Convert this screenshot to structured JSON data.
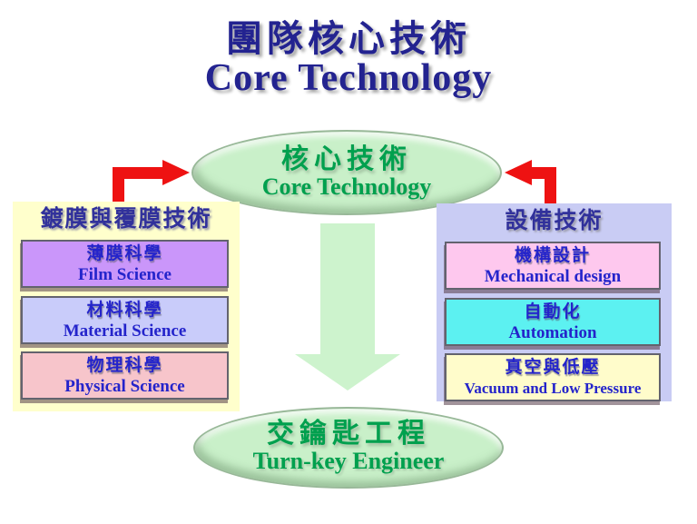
{
  "slide": {
    "title_zh": "團隊核心技術",
    "title_en": "Core Technology"
  },
  "core_ellipse": {
    "zh": "核心技術",
    "en": "Core Technology"
  },
  "turnkey_ellipse": {
    "zh": "交鑰匙工程",
    "en": "Turn-key Engineer"
  },
  "left_panel": {
    "title": "鍍膜與覆膜技術",
    "items": [
      {
        "zh": "薄膜科學",
        "en": "Film Science",
        "bg": "#ca96fa"
      },
      {
        "zh": "材料科學",
        "en": "Material Science",
        "bg": "#c9ccfa"
      },
      {
        "zh": "物理科學",
        "en": "Physical Science",
        "bg": "#f7c5cb"
      }
    ]
  },
  "right_panel": {
    "title": "設備技術",
    "items": [
      {
        "zh": "機構設計",
        "en": "Mechanical design",
        "bg": "#fec8ee"
      },
      {
        "zh": "自動化",
        "en": "Automation",
        "bg": "#5cf1f1"
      },
      {
        "zh": "真空與低壓",
        "en": "Vacuum and Low Pressure",
        "bg": "#fffccb"
      }
    ]
  },
  "colors": {
    "title_text": "#232390",
    "panel_title_text": "#31319b",
    "box_text": "#2424cb",
    "green_text": "#00a04e",
    "ellipse_fill": "#c9f0c9",
    "left_panel_bg": "#ffffcc",
    "right_panel_bg": "#c9ccf4",
    "arrow_red": "#ee1212",
    "arrow_green": "#cdf3cd"
  }
}
